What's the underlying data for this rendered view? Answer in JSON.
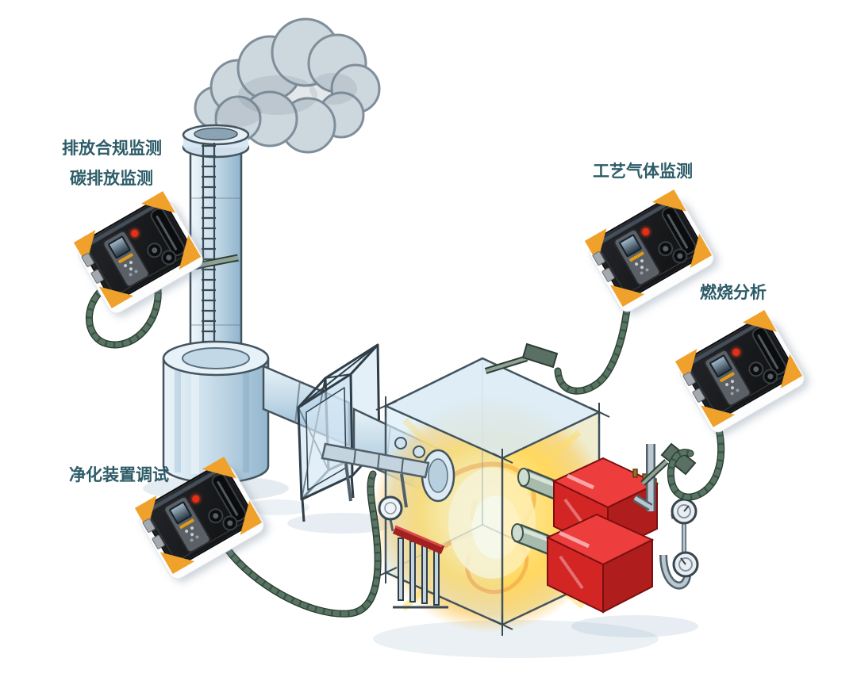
{
  "labels": {
    "emission_compliance": "排放合规监测",
    "carbon_emission": "碳排放监测",
    "process_gas": "工艺气体监测",
    "combustion_analysis": "燃烧分析",
    "purification_tuning": "净化装置调试"
  },
  "colors": {
    "label-text": "#2d5c68",
    "device-body": "#1d1f22",
    "device-bumper": "#f0a12b",
    "hose": "#587463",
    "hose-rib": "#324c3e",
    "probe": "#5a7064",
    "burner-red": "#d42525",
    "burner-red-top": "#ee3d3d",
    "burner-red-side": "#b01d1d",
    "flame-yellow": "#ffd34d",
    "flame-core": "#fff3c4",
    "steel-light": "#e8f2f8",
    "steel-mid": "#c2d8e8",
    "steel-deep": "#8fb3cc",
    "outline": "#44545f",
    "smoke-fill": "#cdd7de",
    "smoke-line": "#7e8e9a"
  },
  "devices": [
    {
      "name": "flue-gas-analyzer-emission",
      "connected_to": "chimney-stack"
    },
    {
      "name": "flue-gas-analyzer-process-gas",
      "connected_to": "combustion-chamber-top"
    },
    {
      "name": "flue-gas-analyzer-combustion",
      "connected_to": "burner-unit"
    },
    {
      "name": "flue-gas-analyzer-purification",
      "connected_to": "flue-duct"
    }
  ],
  "illustration_parts": [
    "smoke-plume",
    "chimney-stack",
    "chimney-ladder",
    "scrubber-cylinder",
    "flue-duct",
    "duct-support-frame",
    "combustion-chamber",
    "flame",
    "burner-units",
    "pressure-gauges",
    "sampling-probes",
    "sampling-hoses"
  ]
}
